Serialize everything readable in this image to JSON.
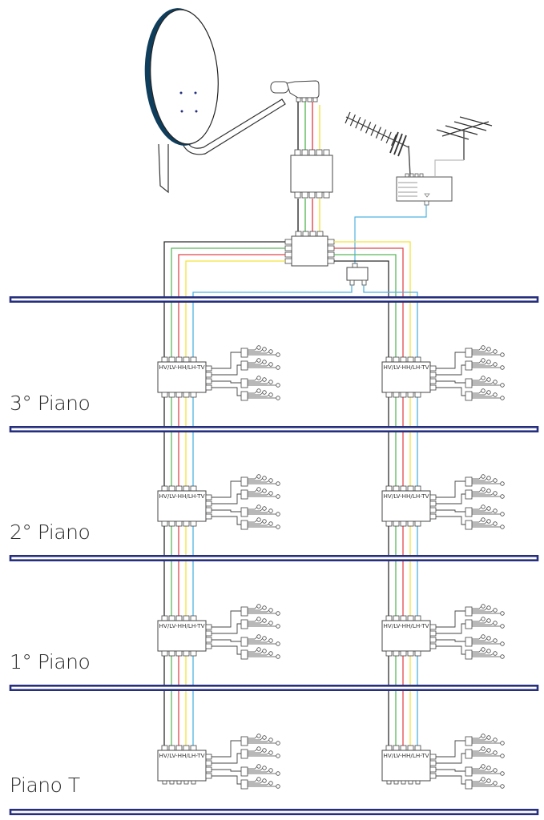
{
  "title": "Impianto TV satellitare centralizzato con multiswitch in cascata",
  "colors": {
    "slab": "#262f7e",
    "cable_hv": "#2e2e2e",
    "cable_lv": "#5cb85c",
    "cable_hh": "#e0474c",
    "cable_lh": "#f3e33a",
    "cable_tv": "#4fb3e0",
    "dish_rim": "#0f3d5c",
    "outline": "#444444"
  },
  "components": {
    "dish": "satellite-dish",
    "lnb": "quattro-lnb",
    "amplifier": "line-amplifier",
    "head_splitter": "4-way-splitter",
    "terrestrial_antennas": [
      "yagi-uhf-antenna",
      "vhf-antenna"
    ],
    "terrestrial_amp": "terrestrial-amplifier",
    "tv_splitter": "2-way-splitter"
  },
  "multiswitch": {
    "label": "HV/LV-HH/LH-TV",
    "outputs_per_switch": 4,
    "columns": 2
  },
  "floors": [
    {
      "label": "3° Piano"
    },
    {
      "label": "2° Piano"
    },
    {
      "label": "1° Piano"
    },
    {
      "label": "Piano T"
    }
  ]
}
